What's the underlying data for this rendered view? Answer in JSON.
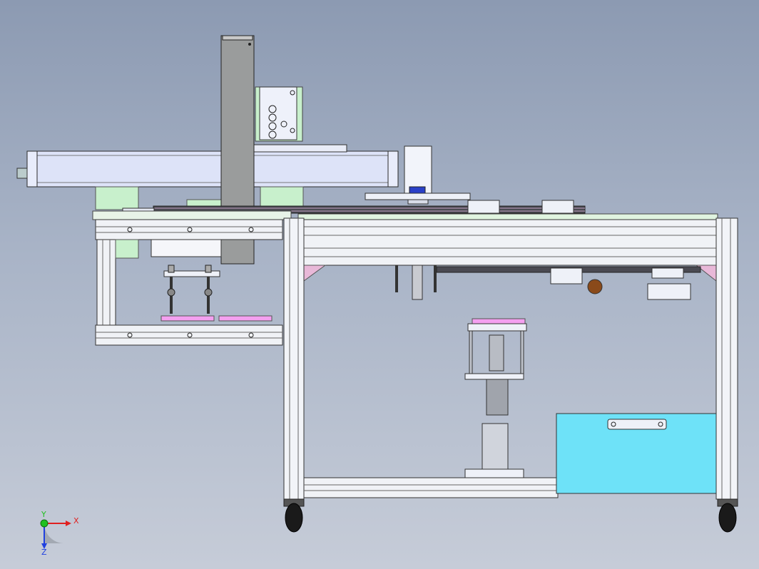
{
  "window": {
    "title": ""
  },
  "triad": {
    "x_label": "X",
    "y_label": "Y",
    "z_label": "Z",
    "x_color": "#e02020",
    "y_color": "#20c020",
    "z_color": "#2040e0"
  },
  "colors": {
    "background_top": "#8c9ab2",
    "background_bottom": "#c6ccd8",
    "frame": "#eef1f6",
    "gantry_beam": "#dde3f8",
    "mount_green": "#c8f0cc",
    "pad_pink": "#f4a0f0",
    "box_cyan": "#6ee2f8",
    "column_grey": "#9a9c9c"
  }
}
